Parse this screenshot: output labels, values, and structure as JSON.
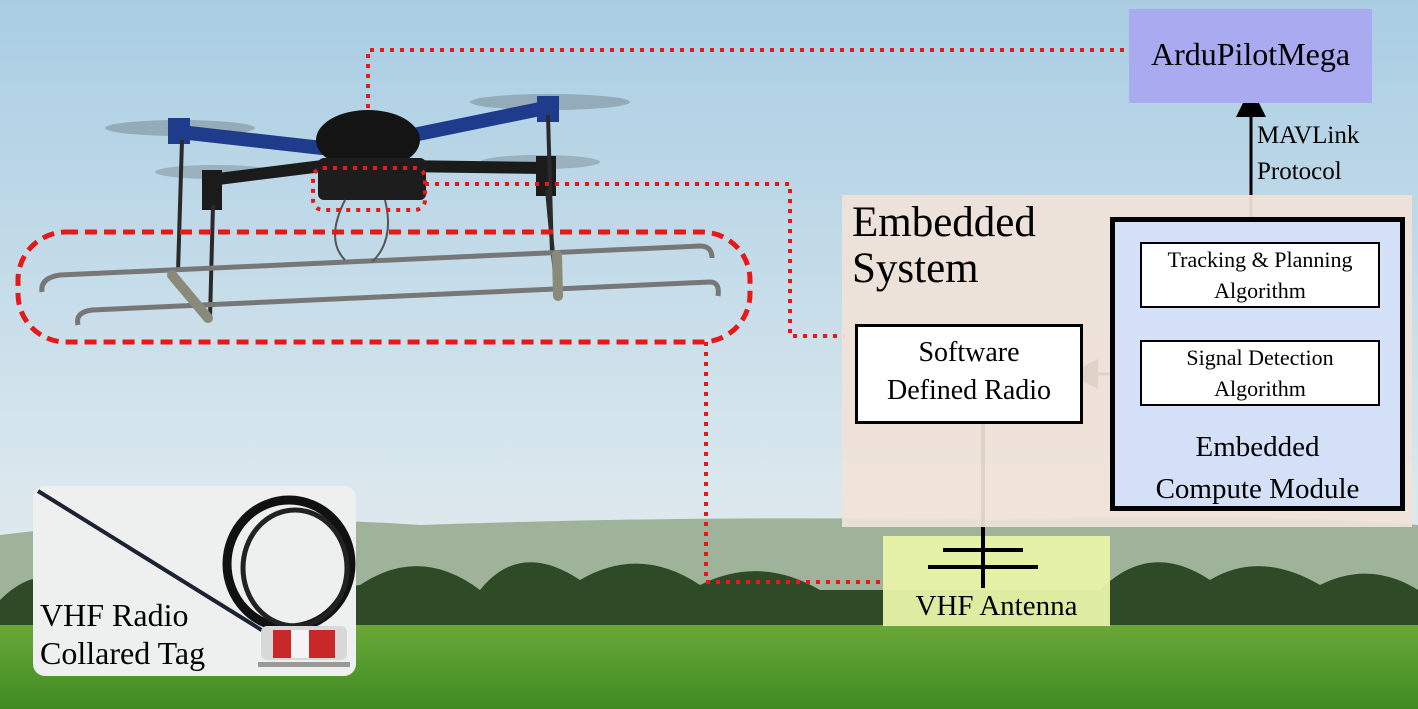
{
  "blocks": {
    "ardupilot": "ArduPilotMega",
    "mavlink_line1": "MAVLink",
    "mavlink_line2": "Protocol",
    "embedded_line1": "Embedded",
    "embedded_line2": "System",
    "sdr_line1": "Software",
    "sdr_line2": "Defined Radio",
    "tracking_line1": "Tracking & Planning",
    "tracking_line2": "Algorithm",
    "signal_line1": "Signal Detection",
    "signal_line2": "Algorithm",
    "compute_line1": "Embedded",
    "compute_line2": "Compute Module",
    "antenna": "VHF Antenna",
    "tag_line1": "VHF Radio",
    "tag_line2": "Collared Tag"
  },
  "colors": {
    "ardupilot_fill": "#aaaaf0",
    "embedded_fill": "#f0e2d8",
    "compute_fill": "#d4e0f8",
    "antenna_fill": "#e8f4a8",
    "dotted_line": "#e81818",
    "sky": "#cfe2ee",
    "grass": "#5a9a2e"
  }
}
